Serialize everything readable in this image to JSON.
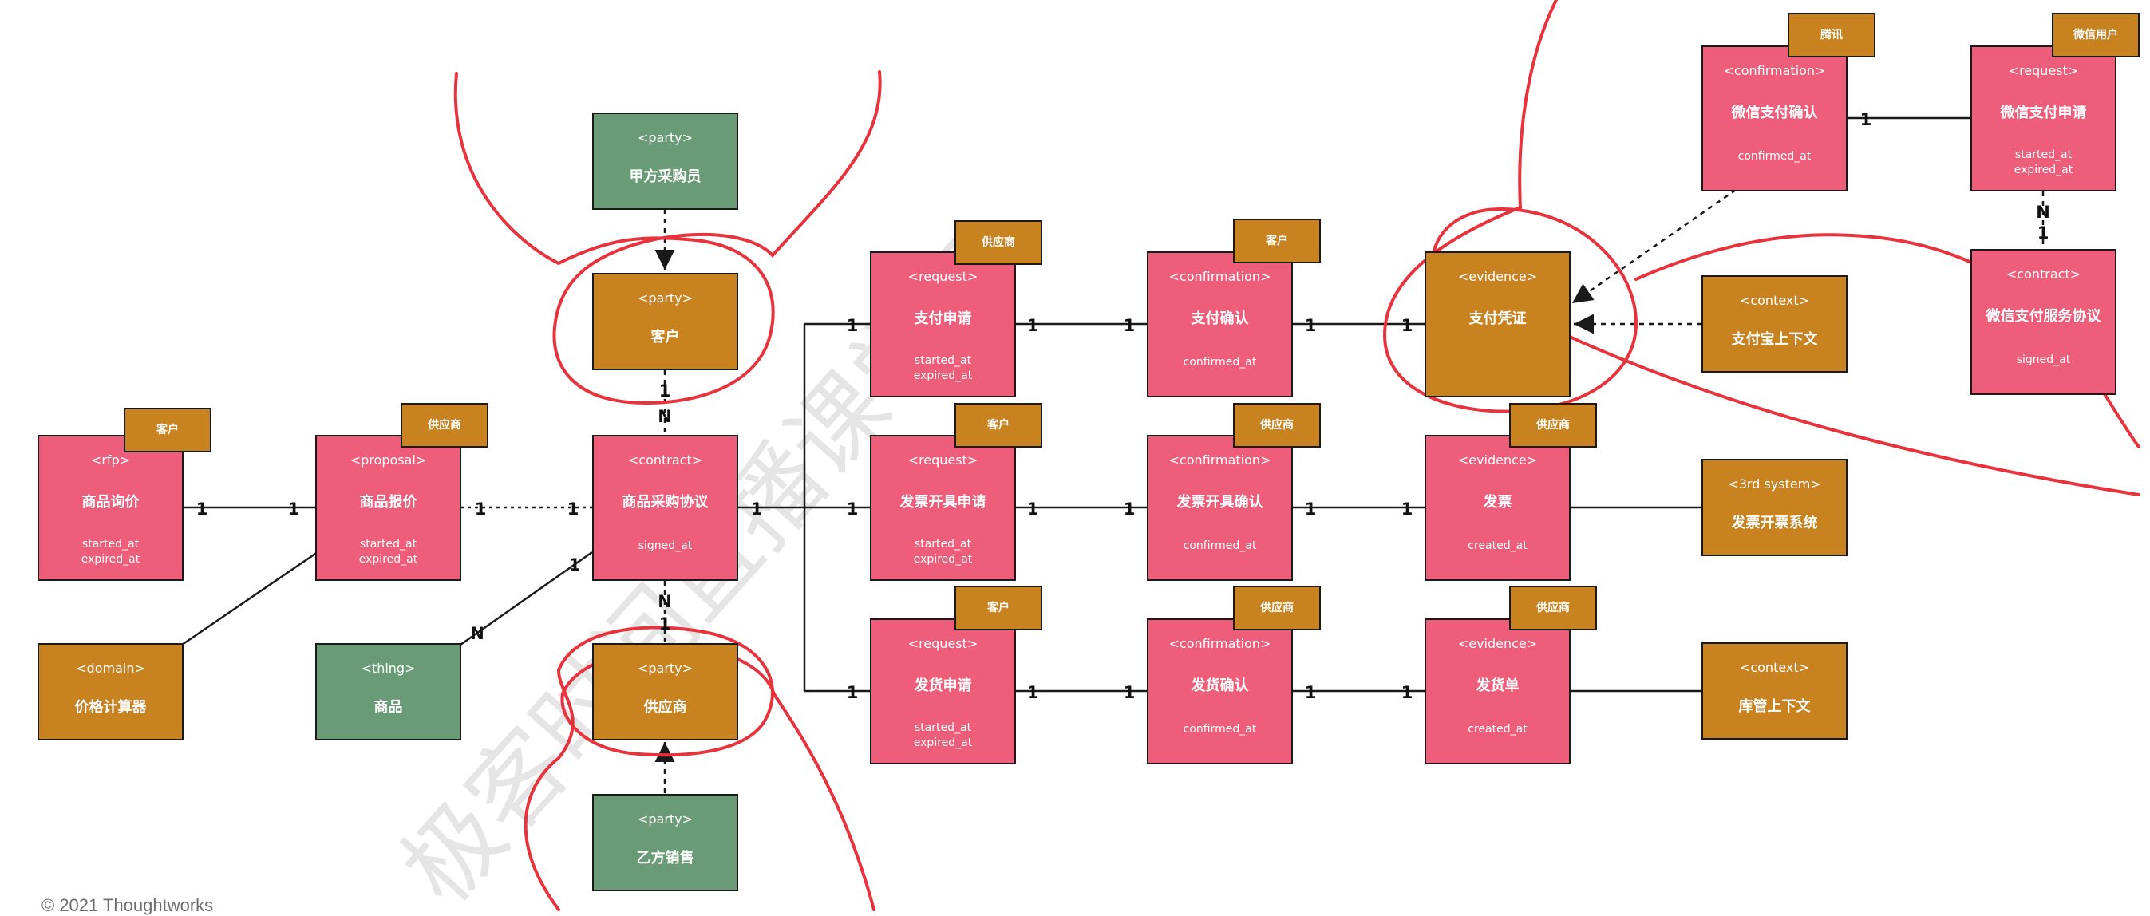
{
  "entities": {
    "rfp": {
      "stereotype": "<rfp>",
      "name": "商品询价",
      "attrs": [
        "started_at",
        "expired_at"
      ],
      "tag": "客户"
    },
    "proposal": {
      "stereotype": "<proposal>",
      "name": "商品报价",
      "attrs": [
        "started_at",
        "expired_at"
      ],
      "tag": "供应商"
    },
    "price_calc": {
      "stereotype": "<domain>",
      "name": "价格计算器"
    },
    "goods": {
      "stereotype": "<thing>",
      "name": "商品"
    },
    "buyer": {
      "stereotype": "<party>",
      "name": "甲方采购员"
    },
    "customer": {
      "stereotype": "<party>",
      "name": "客户"
    },
    "contract": {
      "stereotype": "<contract>",
      "name": "商品采购协议",
      "attrs": [
        "signed_at"
      ]
    },
    "supplier": {
      "stereotype": "<party>",
      "name": "供应商"
    },
    "seller": {
      "stereotype": "<party>",
      "name": "乙方销售"
    },
    "pay_req": {
      "stereotype": "<request>",
      "name": "支付申请",
      "attrs": [
        "started_at",
        "expired_at"
      ],
      "tag": "供应商"
    },
    "pay_conf": {
      "stereotype": "<confirmation>",
      "name": "支付确认",
      "attrs": [
        "confirmed_at"
      ],
      "tag": "客户"
    },
    "pay_proof": {
      "stereotype": "<evidence>",
      "name": "支付凭证"
    },
    "inv_req": {
      "stereotype": "<request>",
      "name": "发票开具申请",
      "attrs": [
        "started_at",
        "expired_at"
      ],
      "tag": "客户"
    },
    "inv_conf": {
      "stereotype": "<confirmation>",
      "name": "发票开具确认",
      "attrs": [
        "confirmed_at"
      ],
      "tag": "供应商"
    },
    "invoice": {
      "stereotype": "<evidence>",
      "name": "发票",
      "attrs": [
        "created_at"
      ],
      "tag": "供应商"
    },
    "inv_sys": {
      "stereotype": "<3rd system>",
      "name": "发票开票系统"
    },
    "ship_req": {
      "stereotype": "<request>",
      "name": "发货申请",
      "attrs": [
        "started_at",
        "expired_at"
      ],
      "tag": "客户"
    },
    "ship_conf": {
      "stereotype": "<confirmation>",
      "name": "发货确认",
      "attrs": [
        "confirmed_at"
      ],
      "tag": "供应商"
    },
    "ship_doc": {
      "stereotype": "<evidence>",
      "name": "发货单",
      "attrs": [
        "created_at"
      ],
      "tag": "供应商"
    },
    "warehouse": {
      "stereotype": "<context>",
      "name": "库管上下文"
    },
    "alipay": {
      "stereotype": "<context>",
      "name": "支付宝上下文"
    },
    "wx_conf": {
      "stereotype": "<confirmation>",
      "name": "微信支付确认",
      "attrs": [
        "confirmed_at"
      ],
      "tag": "腾讯"
    },
    "wx_req": {
      "stereotype": "<request>",
      "name": "微信支付申请",
      "attrs": [
        "started_at",
        "expired_at"
      ],
      "tag": "微信用户"
    },
    "wx_contract": {
      "stereotype": "<contract>",
      "name": "微信支付服务协议",
      "attrs": [
        "signed_at"
      ]
    }
  },
  "cardinalities": [
    "1",
    "1",
    "1",
    "1",
    "1",
    "N",
    "N",
    "1",
    "N",
    "1",
    "1",
    "1",
    "1",
    "1",
    "1",
    "1",
    "1",
    "1",
    "1",
    "1",
    "1",
    "1",
    "1",
    "1",
    "1",
    "1",
    "1",
    "N",
    "1"
  ],
  "footer": "© 2021 Thoughtworks",
  "watermark": "极客时间直播课学习",
  "colors": {
    "pink": "#ee5e7b",
    "gold": "#c8821f",
    "green": "#6a9b77",
    "line": "#1a1a1a",
    "highlight": "#e8323c"
  }
}
